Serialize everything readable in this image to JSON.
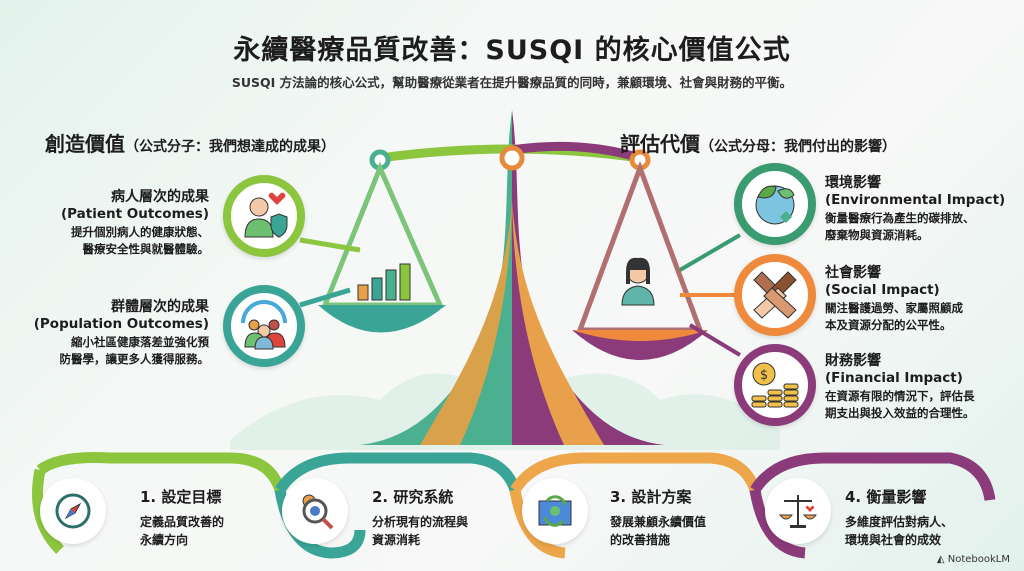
{
  "header": {
    "title": "永續醫療品質改善：SUSQI 的核心價值公式",
    "subtitle": "SUSQI 方法論的核心公式，幫助醫療從業者在提升醫療品質的同時，兼顧環境、社會與財務的平衡。"
  },
  "left": {
    "heading": "創造價值",
    "heading_note": "（公式分子：我們想達成的成果）",
    "items": [
      {
        "title": "病人層次的成果",
        "english": "(Patient Outcomes)",
        "desc1": "提升個別病人的健康狀態、",
        "desc2": "醫療安全性與就醫體驗。",
        "icon": "patient-heart-shield-icon"
      },
      {
        "title": "群體層次的成果",
        "english": "(Population Outcomes)",
        "desc1": "縮小社區健康落差並強化預",
        "desc2": "防醫學，讓更多人獲得服務。",
        "icon": "population-group-icon"
      }
    ]
  },
  "right": {
    "heading": "評估代價",
    "heading_note": "（公式分母：我們付出的影響）",
    "items": [
      {
        "title": "環境影響",
        "english": "(Environmental Impact)",
        "desc1": "衡量醫療行為產生的碳排放、",
        "desc2": "廢棄物與資源消耗。",
        "icon": "globe-leaf-recycle-icon"
      },
      {
        "title": "社會影響",
        "english": "(Social Impact)",
        "desc1": "關注醫護過勞、家屬照顧成",
        "desc2": "本及資源分配的公平性。",
        "icon": "joined-hands-icon"
      },
      {
        "title": "財務影響",
        "english": "(Financial Impact)",
        "desc1": "在資源有限的情況下，評估長",
        "desc2": "期支出與投入效益的合理性。",
        "icon": "coins-dollar-icon"
      }
    ]
  },
  "steps": [
    {
      "title": "1. 設定目標",
      "desc1": "定義品質改善的",
      "desc2": "永續方向",
      "icon": "compass-icon",
      "color": "#8cc63f"
    },
    {
      "title": "2. 研究系統",
      "desc1": "分析現有的流程與",
      "desc2": "資源消耗",
      "icon": "gear-magnifier-icon",
      "color": "#3aa596"
    },
    {
      "title": "3. 設計方案",
      "desc1": "發展兼顧永續價值",
      "desc2": "的改善措施",
      "icon": "blueprint-cycle-icon",
      "color": "#eda64a"
    },
    {
      "title": "4. 衡量影響",
      "desc1": "多維度評估對病人、",
      "desc2": "環境與社會的成效",
      "icon": "balance-scale-icon",
      "color": "#8b3a7a"
    }
  ],
  "brand": "NotebookLM"
}
